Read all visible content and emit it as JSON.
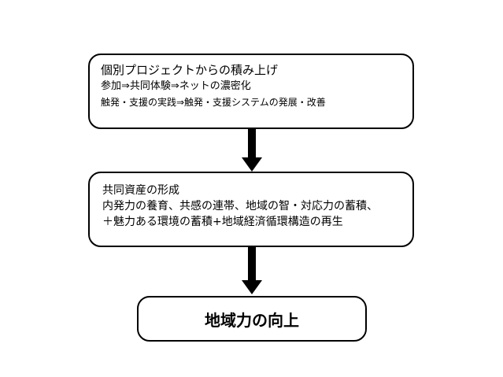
{
  "boxes": [
    {
      "lines": [
        "個別プロジェクトからの積み上げ",
        "参加⇒共同体験⇒ネットの濃密化",
        "触発・支援の実践⇒触発・支援システムの発展・改善"
      ]
    },
    {
      "lines": [
        "共同資産の形成",
        "内発力の養育、共感の連帯、地域の智・対応力の蓄積、",
        "＋魅力ある環境の蓄積+地域経済循環構造の再生"
      ]
    },
    {
      "lines": [
        "地域力の向上"
      ]
    }
  ],
  "colors": {
    "stroke": "#000000",
    "fill": "#ffffff"
  }
}
